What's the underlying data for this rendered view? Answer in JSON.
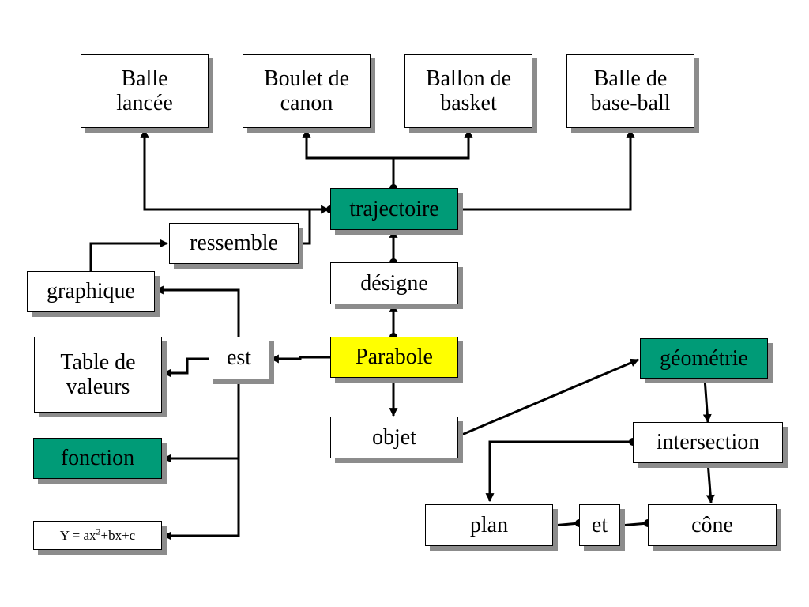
{
  "colors": {
    "concept_green": "#009b77",
    "concept_yellow": "#ffff00",
    "shadow": "#8c8c8c"
  },
  "nodes": {
    "balle_lancee": "Balle\nlancée",
    "boulet_canon": "Boulet de\ncanon",
    "ballon_basket": "Ballon de\nbasket",
    "balle_baseball": "Balle de\nbase-ball",
    "trajectoire": "trajectoire",
    "ressemble": "ressemble",
    "graphique": "graphique",
    "designe": "désigne",
    "table_valeurs": "Table de\nvaleurs",
    "est": "est",
    "parabole": "Parabole",
    "geometrie": "géométrie",
    "fonction": "fonction",
    "objet": "objet",
    "intersection": "intersection",
    "equation": {
      "base": "Y = ax",
      "exponent": "2",
      "rest": "+bx+c"
    },
    "plan": "plan",
    "et": "et",
    "cone": "cône"
  }
}
